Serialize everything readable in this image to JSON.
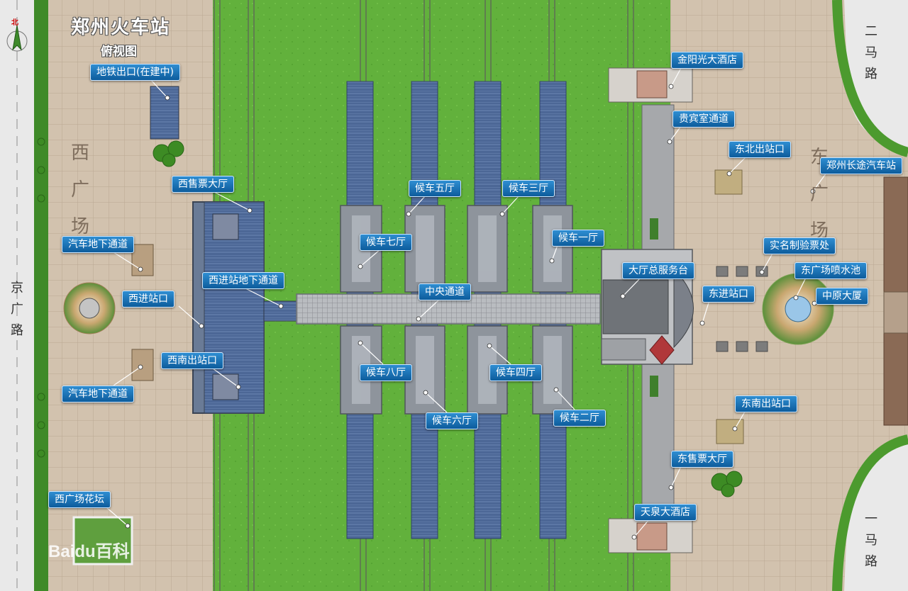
{
  "title": "郑州火车站",
  "subtitle": "俯视图",
  "compass": "北",
  "watermark": "Baidu百科",
  "roads": {
    "west": "京广路",
    "east_north": "二马路",
    "east_south": "一马路"
  },
  "plazas": {
    "west": "西广场",
    "east": "东广场"
  },
  "labels": {
    "metro_exit": "地铁出口(在建中)",
    "west_ticket_hall": "西售票大厅",
    "bus_tunnel_north": "汽车地下通道",
    "west_entrance_tunnel": "西进站地下通道",
    "west_entrance": "西进站口",
    "southwest_exit": "西南出站口",
    "bus_tunnel_south": "汽车地下通道",
    "west_flowerbed": "西广场花坛",
    "waiting_5": "候车五厅",
    "waiting_3": "候车三厅",
    "waiting_7": "候车七厅",
    "waiting_1": "候车一厅",
    "central_passage": "中央通道",
    "waiting_8": "候车八厅",
    "waiting_4": "候车四厅",
    "waiting_6": "候车六厅",
    "waiting_2": "候车二厅",
    "hotel_jinyang": "金阳光大酒店",
    "vip_passage": "贵宾室通道",
    "northeast_exit": "东北出站口",
    "coach_station": "郑州长途汽车站",
    "realname_check": "实名制验票处",
    "service_desk": "大厅总服务台",
    "east_fountain": "东广场喷水池",
    "east_entrance": "东进站口",
    "zhongyuan_tower": "中原大厦",
    "southeast_exit": "东南出站口",
    "east_ticket_hall": "东售票大厅",
    "hotel_tianquan": "天泉大酒店"
  }
}
